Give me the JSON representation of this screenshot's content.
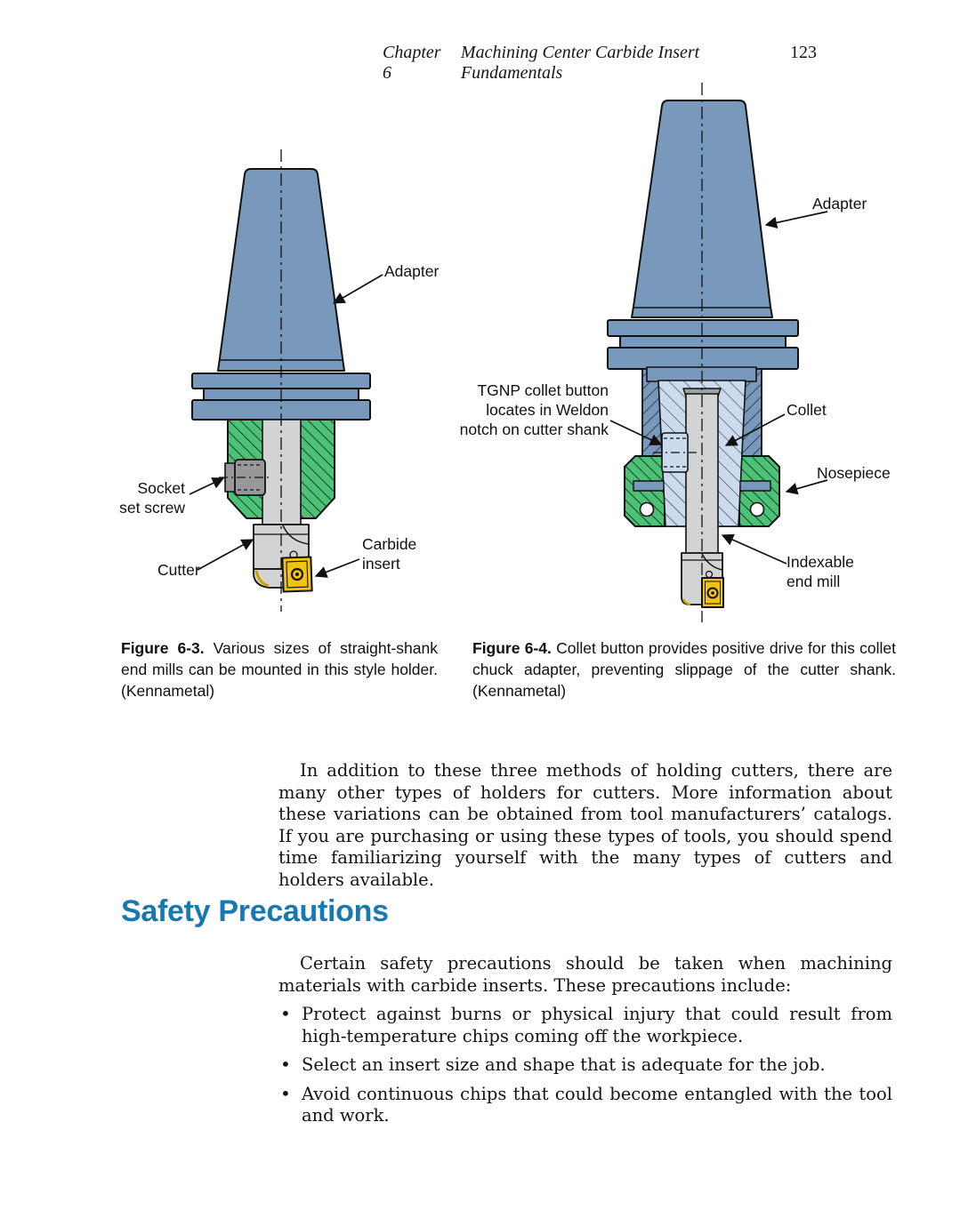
{
  "header": {
    "chapter": "Chapter 6",
    "title": "Machining Center Carbide Insert Fundamentals",
    "page_number": "123"
  },
  "figures": {
    "fig3": {
      "labels": {
        "adapter": "Adapter",
        "socket_line1": "Socket",
        "socket_line2": "set screw",
        "cutter": "Cutter",
        "carbide_line1": "Carbide",
        "carbide_line2": "insert"
      },
      "caption_bold": "Figure 6-3.",
      "caption_text": " Various sizes of straight-shank end mills can be mounted in this style holder. (Kennametal)"
    },
    "fig4": {
      "labels": {
        "adapter": "Adapter",
        "tgnp_line1": "TGNP collet button",
        "tgnp_line2": "locates in Weldon",
        "tgnp_line3": "notch on cutter shank",
        "collet": "Collet",
        "nosepiece": "Nosepiece",
        "endmill_line1": "Indexable",
        "endmill_line2": "end mill"
      },
      "caption_bold": "Figure 6-4.",
      "caption_text": " Collet button provides positive drive for this collet chuck adapter, preventing slippage of the cutter shank. (Kennametal)"
    }
  },
  "body": {
    "paragraph1": "In addition to these three methods of holding cutters, there are many other types of holders for cutters. More information about these variations can be obtained from tool manufacturers’ catalogs. If you are purchasing or using these types of tools, you should spend time familiarizing yourself with the many types of cutters and holders available.",
    "heading": "Safety Precautions",
    "paragraph2": "Certain safety precautions should be taken when machining materials with carbide inserts. These precautions include:",
    "bullets": [
      "Protect against burns or physical injury that could result from high-temperature chips coming off the workpiece.",
      "Select an insert size and shape that is adequate for the job.",
      "Avoid continuous chips that could become entangled with the tool and work."
    ]
  },
  "colors": {
    "heading_blue": "#1878b0",
    "adapter_blue": "#7899bc",
    "nosepiece_green": "#4cc276",
    "collet_light_blue": "#ccdaee",
    "insert_yellow": "#f1c40f"
  }
}
